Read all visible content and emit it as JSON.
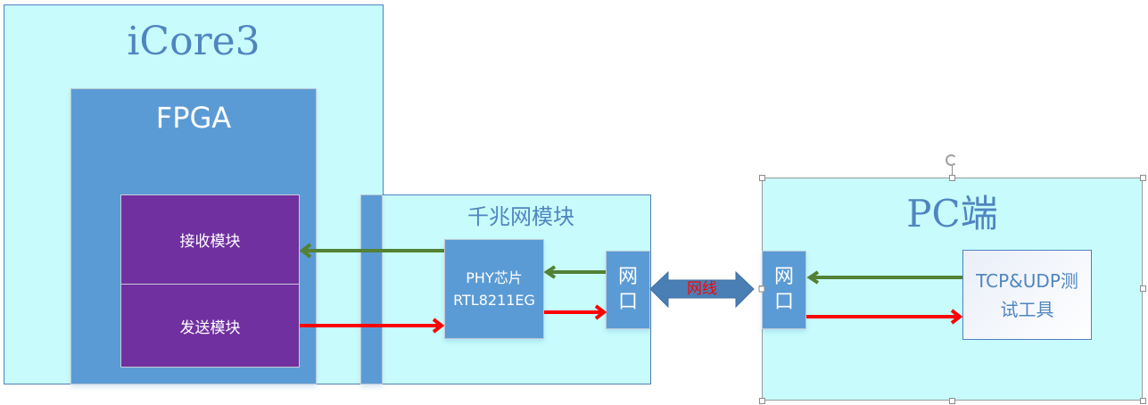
{
  "icore": {
    "title": "iCore3"
  },
  "fpga": {
    "title": "FPGA",
    "receive_module": "接收模块",
    "send_module": "发送模块"
  },
  "gigabit_module": {
    "title": "千兆网模块",
    "phy_line1": "PHY芯片",
    "phy_line2": "RTL8211EG",
    "port_line1": "网",
    "port_line2": "口"
  },
  "cable": {
    "label": "网线"
  },
  "pc": {
    "title": "PC端",
    "port_line1": "网",
    "port_line2": "口",
    "tool_line1": "TCP&UDP测",
    "tool_line2": "试工具"
  },
  "colors": {
    "panel_fill": "#c8fcfc",
    "block_fill": "#5b9bd5",
    "module_fill": "#7030a0",
    "rx_arrow": "#538135",
    "tx_arrow": "#ff0000",
    "cable_fill": "#4a7fb5",
    "cable_label": "#ff0000"
  }
}
